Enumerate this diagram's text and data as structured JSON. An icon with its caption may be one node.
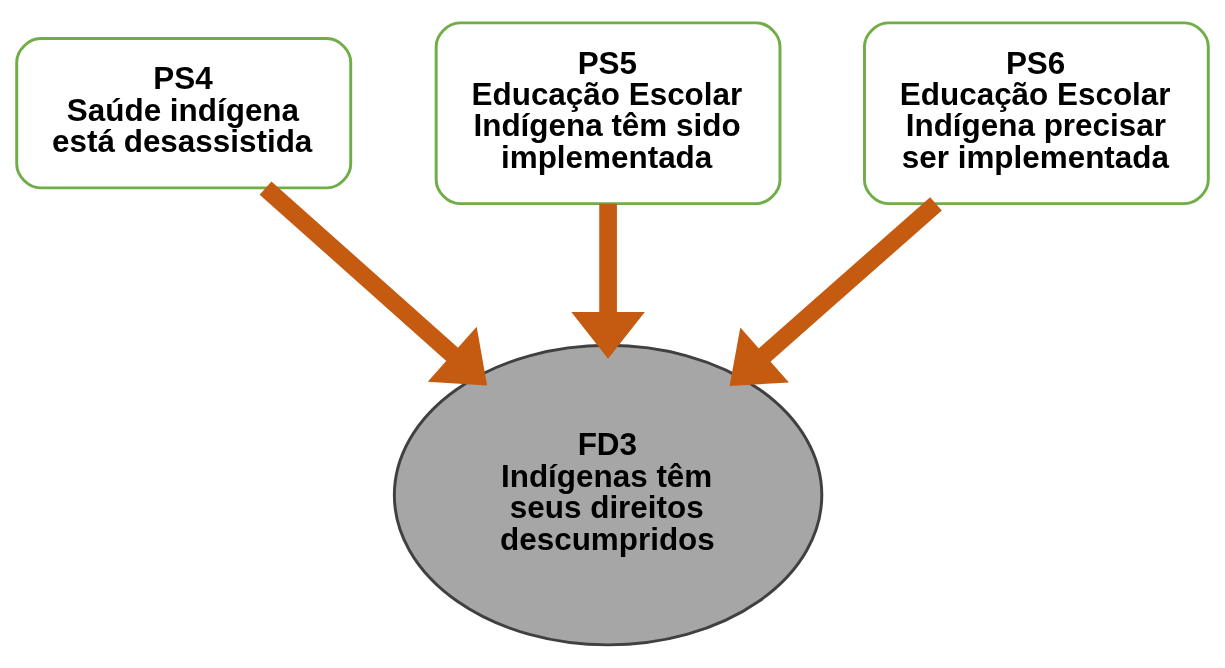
{
  "diagram": {
    "nodes": [
      {
        "text": [
          "PS4",
          "Saúde indígena está desassistida"
        ]
      },
      {
        "text": [
          "PS5",
          "Educação Escolar Indígena têm sido implementada"
        ]
      },
      {
        "text": [
          "PS6",
          "Educação Escolar Indígena precisar ser implementada"
        ]
      },
      {
        "text": [
          "FD3",
          "Indígenas têm seus direitos descumpridos"
        ]
      }
    ],
    "edges": [
      {
        "from": 0,
        "to": 3,
        "arrow": "to"
      },
      {
        "from": 1,
        "to": 3,
        "arrow": "to"
      },
      {
        "from": 2,
        "to": 3,
        "arrow": "to"
      }
    ]
  }
}
